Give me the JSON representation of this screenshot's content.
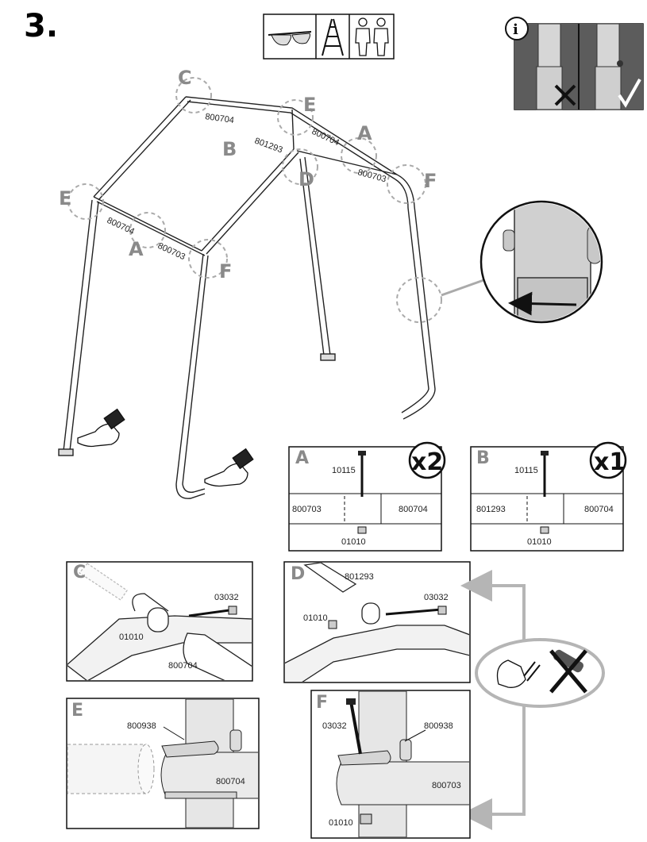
{
  "step_number": "3.",
  "frame_labels": {
    "top_c": "C",
    "top_e1": "E",
    "top_e2": "E",
    "top_b": "B",
    "top_a1": "A",
    "top_d": "D",
    "top_f1": "F",
    "top_a2": "A",
    "top_f2": "F"
  },
  "frame_parts": {
    "p1": "800704",
    "p2": "801293",
    "p3": "800704",
    "p4": "800703",
    "p5": "800704",
    "p6": "800703"
  },
  "panel_a": {
    "letter": "A",
    "multiplier": "x2",
    "bolt": "10115",
    "left": "800703",
    "right": "800704",
    "nut": "01010"
  },
  "panel_b": {
    "letter": "B",
    "multiplier": "x1",
    "bolt": "10115",
    "left": "801293",
    "right": "800704",
    "nut": "01010"
  },
  "panel_c": {
    "letter": "C",
    "bolt": "03032",
    "nut": "01010",
    "tube": "800704"
  },
  "panel_d": {
    "letter": "D",
    "tube": "801293",
    "bolt": "03032",
    "nut": "01010"
  },
  "panel_e": {
    "letter": "E",
    "bracket": "800938",
    "tube": "800704"
  },
  "panel_f": {
    "letter": "F",
    "bolt": "03032",
    "bracket": "800938",
    "tube": "800703",
    "nut": "01010"
  },
  "icons": [
    "safety-glasses-icon",
    "ladder-icon",
    "two-people-icon",
    "info-icon",
    "pointing-hand-icon",
    "hand-tighten-icon",
    "no-power-tool-icon"
  ]
}
